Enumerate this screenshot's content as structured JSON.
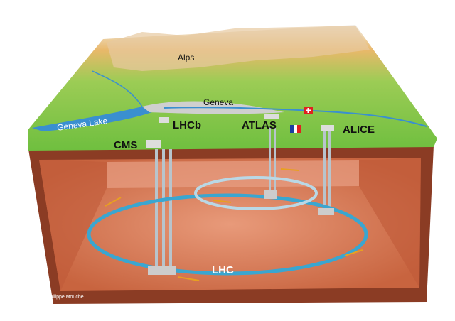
{
  "labels": {
    "alps": "Alps",
    "geneva": "Geneva",
    "geneva_lake": "Geneva Lake",
    "lhcb": "LHCb",
    "atlas": "ATLAS",
    "alice": "ALICE",
    "cms": "CMS",
    "lhc": "LHC"
  },
  "credit": "Illustration Philippe Mouche",
  "colors": {
    "terrain": "#7cc24a",
    "rock": "#8a3a22",
    "cavern": "#d98060",
    "ring": "#3aa6d0",
    "lake": "#3a8fd0"
  }
}
